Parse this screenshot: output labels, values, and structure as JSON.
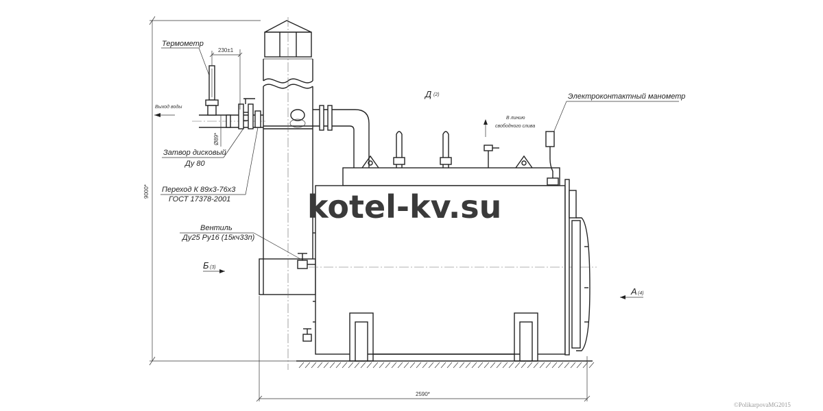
{
  "labels": {
    "thermometer": "Термометр",
    "water_outlet": "Выход воды",
    "disc_valve_line1": "Затвор дисковый",
    "disc_valve_line2": "Ду 80",
    "transition_line1": "Переход К 89х3-76х3",
    "transition_line2": "ГОСТ 17378-2001",
    "valve_line1": "Вентиль",
    "valve_line2": "Ду25 Ру16 (15кч33п)",
    "manometer": "Электроконтактный манометр",
    "drain_line1": "В линию",
    "drain_line2": "свободного слива"
  },
  "views": {
    "d": "Д",
    "d_sheet": "(2)",
    "b": "Б",
    "b_sheet": "(3)",
    "a": "А",
    "a_sheet": "(4)"
  },
  "dimensions": {
    "height": "9000*",
    "width": "2590*",
    "offset": "230±1",
    "diameter": "Ø89*"
  },
  "watermark": "kotel-kv.su",
  "copyright": "©PolikarpovaMG2015"
}
